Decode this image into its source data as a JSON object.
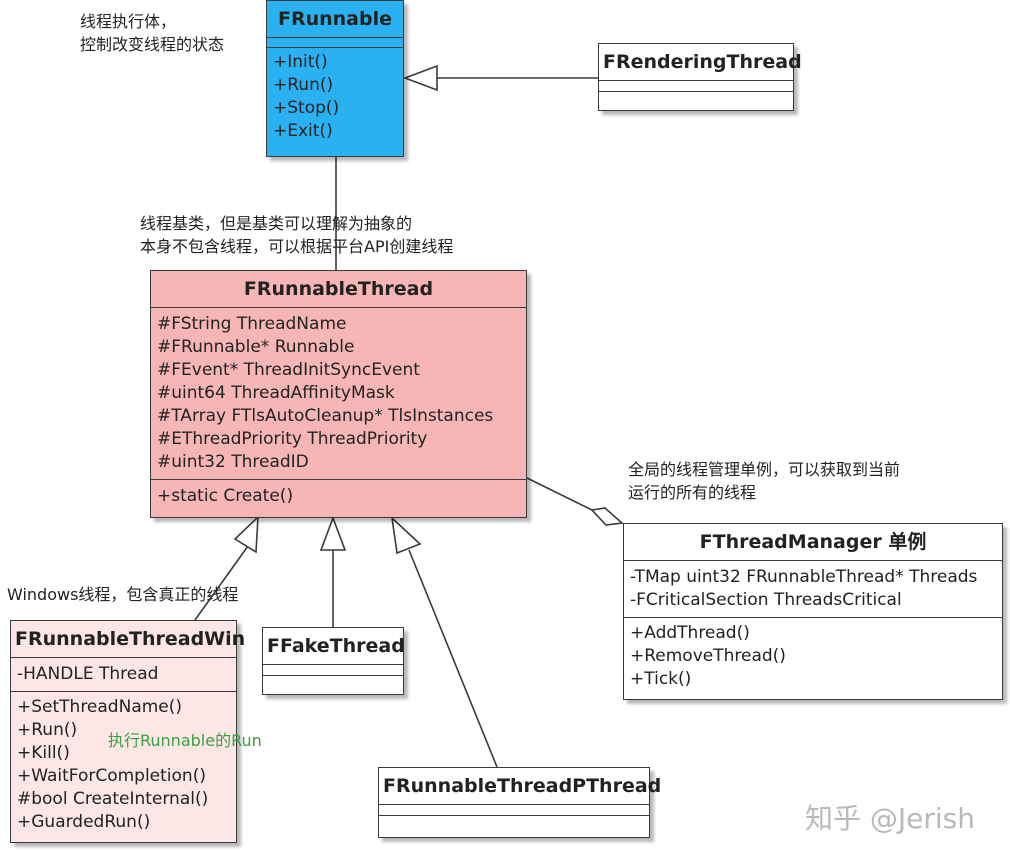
{
  "notes": {
    "frunnable": [
      "线程执行体，",
      "控制改变线程的状态"
    ],
    "thread_base": [
      "线程基类，但是基类可以理解为抽象的",
      "本身不包含线程，可以根据平台API创建线程"
    ],
    "manager": [
      "全局的线程管理单例，可以获取到当前",
      "运行的所有的线程"
    ],
    "windows": "Windows线程，包含真正的线程",
    "run_note": "执行Runnable的Run"
  },
  "classes": {
    "frunnable": {
      "name": "FRunnable",
      "methods": [
        "+Init()",
        "+Run()",
        "+Stop()",
        "+Exit()"
      ]
    },
    "frendering": {
      "name": "FRenderingThread"
    },
    "frunnablethread": {
      "name": "FRunnableThread",
      "attributes": [
        "#FString ThreadName",
        "#FRunnable* Runnable",
        "#FEvent* ThreadInitSyncEvent",
        "#uint64 ThreadAffinityMask",
        "#TArray FTlsAutoCleanup*  TlsInstances",
        "#EThreadPriority ThreadPriority",
        "#uint32 ThreadID"
      ],
      "methods": [
        "+static Create()"
      ]
    },
    "fthreadmanager": {
      "name": "FThreadManager 单例",
      "attributes": [
        "-TMap uint32 FRunnableThread* Threads",
        "-FCriticalSection ThreadsCritical"
      ],
      "methods": [
        "+AddThread()",
        "+RemoveThread()",
        "+Tick()"
      ]
    },
    "fwin": {
      "name": "FRunnableThreadWin",
      "attributes": [
        "-HANDLE Thread"
      ],
      "methods": [
        "+SetThreadName()",
        "+Run()",
        "+Kill()",
        "+WaitForCompletion()",
        "#bool CreateInternal()",
        "+GuardedRun()"
      ]
    },
    "ffake": {
      "name": "FFakeThread"
    },
    "fpthread": {
      "name": "FRunnableThreadPThread"
    }
  },
  "colors": {
    "frunnable": "#29b1f2",
    "frunnablethread": "#f7b6b6",
    "fwin": "#fde6e6",
    "run_note": "#3aa040"
  },
  "watermark": "知乎 @Jerish"
}
